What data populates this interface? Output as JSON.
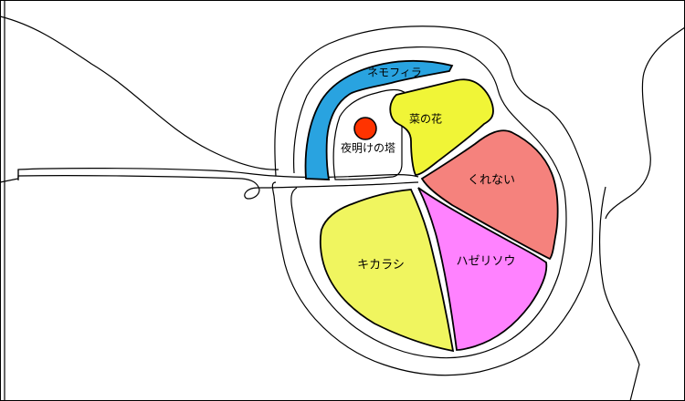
{
  "map": {
    "labels": {
      "nemophila": "ネモフィラ",
      "nanohana": "菜の花",
      "tower": "夜明けの塔",
      "kurenai": "くれない",
      "kikarashi": "キカラシ",
      "hazerisou": "ハゼリソウ"
    },
    "colors": {
      "nemophila": "#29a3e0",
      "nanohana": "#f0f537",
      "kurenai": "#f5827d",
      "kikarashi": "#f0f55f",
      "hazerisou": "#ff82ff",
      "tower": "#ff3300",
      "background": "#ffffff",
      "outline": "#000000"
    }
  }
}
